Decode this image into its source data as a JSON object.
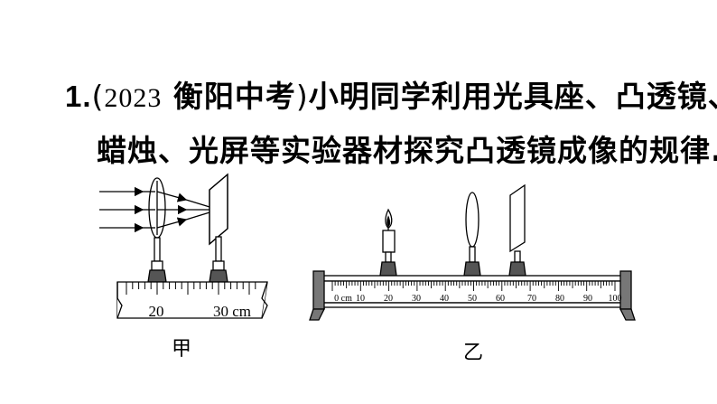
{
  "question": {
    "number": "1.",
    "source_year": "2023",
    "source_name": "衡阳中考",
    "text_line1": "小明同学利用光具座、凸透镜、",
    "text_line2": "蜡烛、光屏等实验器材探究凸透镜成像的规律."
  },
  "figure_jia": {
    "label": "甲",
    "ruler_labels": [
      "20",
      "30 cm"
    ]
  },
  "figure_yi": {
    "label": "乙",
    "bench_labels": [
      "0 cm",
      "10",
      "20",
      "30",
      "40",
      "50",
      "60",
      "70",
      "80",
      "90",
      "100"
    ]
  }
}
